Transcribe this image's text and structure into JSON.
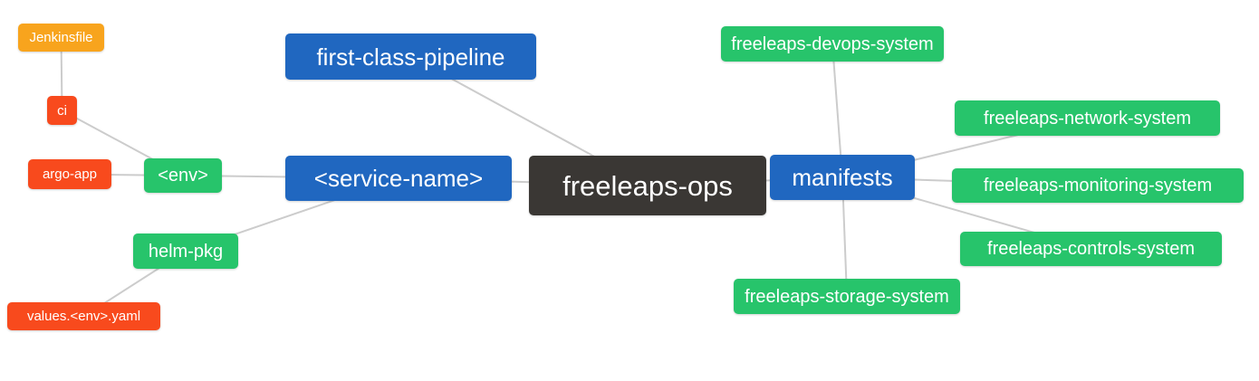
{
  "colors": {
    "root_bg": "#3A3734",
    "branch_blue": "#2067C0",
    "leaf_green": "#27C46B",
    "leaf_red": "#F84A1D",
    "leaf_amber": "#F8A41D",
    "edge": "#CCCCCC",
    "node_text": "#FFFFFF",
    "background": "#FFFFFF"
  },
  "nodes": {
    "freeleaps_ops": {
      "label": "freeleaps-ops"
    },
    "first_class_pipeline": {
      "label": "first-class-pipeline"
    },
    "service_name": {
      "label": "<service-name>"
    },
    "manifests": {
      "label": "manifests"
    },
    "env": {
      "label": "<env>"
    },
    "helm_pkg": {
      "label": "helm-pkg"
    },
    "ci": {
      "label": "ci"
    },
    "argo_app": {
      "label": "argo-app"
    },
    "jenkinsfile": {
      "label": "Jenkinsfile"
    },
    "values_env_yaml": {
      "label": "values.<env>.yaml"
    },
    "devops_system": {
      "label": "freeleaps-devops-system"
    },
    "network_system": {
      "label": "freeleaps-network-system"
    },
    "monitoring_system": {
      "label": "freeleaps-monitoring-system"
    },
    "controls_system": {
      "label": "freeleaps-controls-system"
    },
    "storage_system": {
      "label": "freeleaps-storage-system"
    }
  },
  "diagram": {
    "type": "mindmap",
    "root": "freeleaps_ops",
    "edges": [
      {
        "from": "jenkinsfile",
        "to": "ci"
      },
      {
        "from": "ci",
        "to": "env"
      },
      {
        "from": "argo_app",
        "to": "env"
      },
      {
        "from": "env",
        "to": "service_name"
      },
      {
        "from": "helm_pkg",
        "to": "service_name"
      },
      {
        "from": "values_env_yaml",
        "to": "helm_pkg"
      },
      {
        "from": "first_class_pipeline",
        "to": "freeleaps_ops"
      },
      {
        "from": "service_name",
        "to": "freeleaps_ops"
      },
      {
        "from": "freeleaps_ops",
        "to": "manifests"
      },
      {
        "from": "manifests",
        "to": "devops_system"
      },
      {
        "from": "manifests",
        "to": "network_system"
      },
      {
        "from": "manifests",
        "to": "monitoring_system"
      },
      {
        "from": "manifests",
        "to": "controls_system"
      },
      {
        "from": "manifests",
        "to": "storage_system"
      }
    ]
  }
}
